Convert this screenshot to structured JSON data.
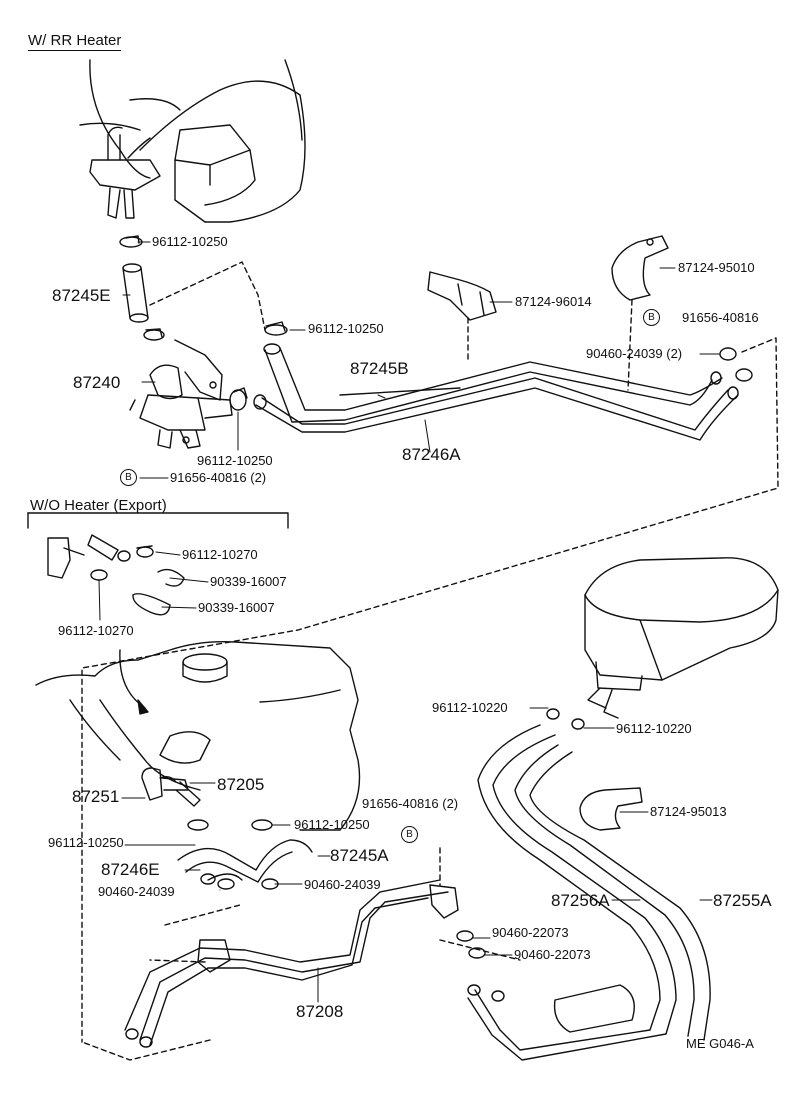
{
  "sections": {
    "rr_heater": "W/ RR  Heater",
    "wo_heater": "W/O Heater (Export)"
  },
  "parts": {
    "p96112_10250_top": "96112-10250",
    "p87245E": "87245E",
    "p96112_10250_mid": "96112-10250",
    "p87240": "87240",
    "p96112_10250_valve": "96112-10250",
    "p91656_40816_2_top": "91656-40816 (2)",
    "p87245B": "87245B",
    "p87246A": "87246A",
    "p87124_96014": "87124-96014",
    "p87124_95010": "87124-95010",
    "p91656_40816": "91656-40816",
    "p90460_24039_2": "90460-24039 (2)",
    "p96112_10270_a": "96112-10270",
    "p90339_16007_a": "90339-16007",
    "p90339_16007_b": "90339-16007",
    "p96112_10270_b": "96112-10270",
    "p96112_10220_a": "96112-10220",
    "p96112_10220_b": "96112-10220",
    "p87124_95013": "87124-95013",
    "p87251": "87251",
    "p87205": "87205",
    "p91656_40816_2_low": "91656-40816 (2)",
    "p96112_10250_low_r": "96112-10250",
    "p96112_10250_low_l": "96112-10250",
    "p87245A": "87245A",
    "p87246E": "87246E",
    "p90460_24039_l": "90460-24039",
    "p90460_24039_r": "90460-24039",
    "p87256A": "87256A",
    "p87255A": "87255A",
    "p90460_22073_a": "90460-22073",
    "p90460_22073_b": "90460-22073",
    "p87208": "87208"
  },
  "markers": {
    "b1": "B",
    "b2": "B",
    "b3": "B"
  },
  "footer": {
    "code": "ME  G046-A"
  }
}
